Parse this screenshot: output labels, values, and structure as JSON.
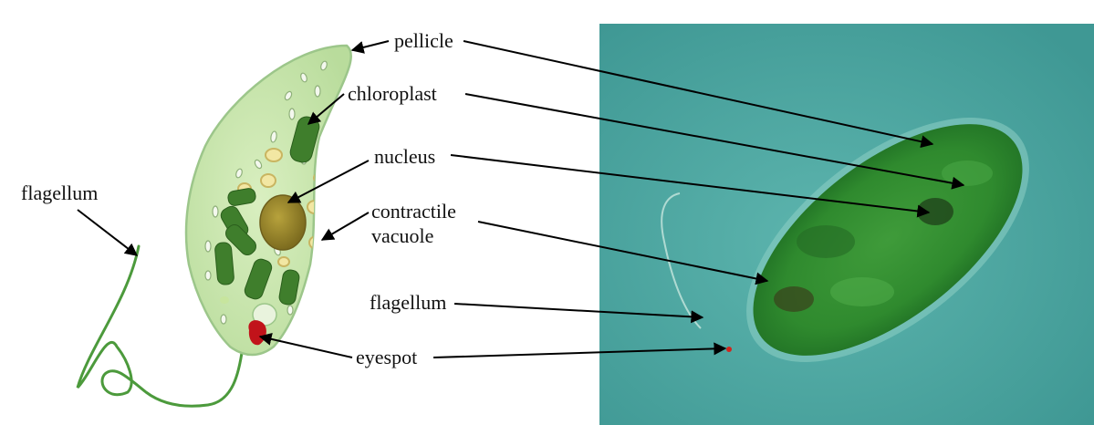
{
  "labels": {
    "pellicle": "pellicle",
    "chloroplast": "chloroplast",
    "nucleus": "nucleus",
    "contractile_line1": "contractile",
    "contractile_line2": "vacuole",
    "flagellum_left": "flagellum",
    "flagellum_center": "flagellum",
    "eyespot": "eyespot"
  },
  "colors": {
    "cell_body": "#cfe7b4",
    "cell_outline": "#9cc68a",
    "chloroplast": "#3f7e2c",
    "nucleus": "#9b8a2f",
    "eyespot": "#c1131a",
    "photo_bg": "#4fa6a2",
    "arrow": "#000000"
  }
}
